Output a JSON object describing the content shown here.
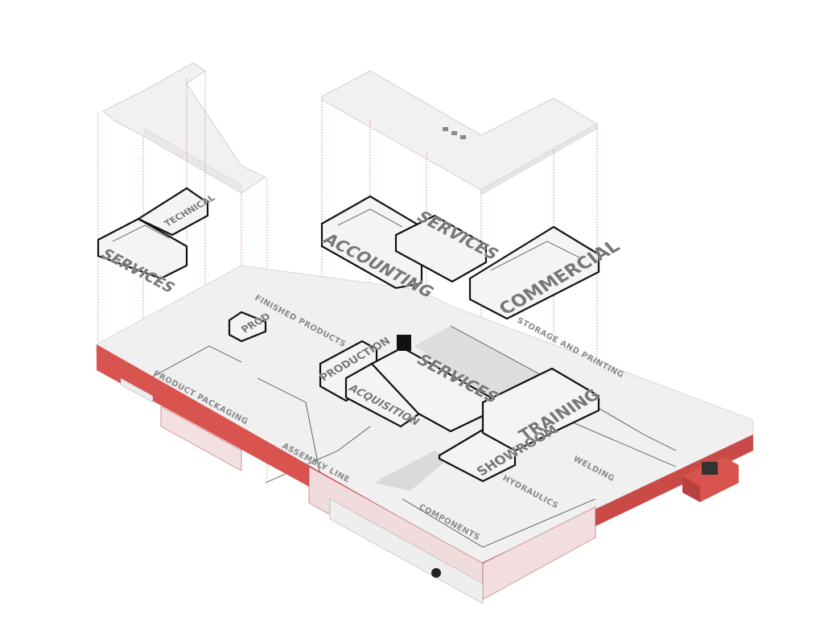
{
  "diagram": {
    "upper_rooms": {
      "services_left": "SERVICES",
      "technical": "TECHNICAL",
      "accounting": "ACCOUNTING",
      "services_top": "SERVICES",
      "commercial": "COMMERCIAL"
    },
    "ground_rooms": {
      "prod": "PROD",
      "production": "PRODUCTION",
      "acquisition": "ACQUISITION",
      "services_mid": "SERVICES",
      "showroom": "SHOWROOM",
      "training": "TRAINING"
    },
    "zones": {
      "finished_products": "FINISHED PRODUCTS",
      "storage_and_printing": "STORAGE AND PRINTING",
      "product_packaging": "PRODUCT PACKAGING",
      "assembly_line": "ASSEMBLY LINE",
      "components": "COMPONENTS",
      "hydraulics": "HYDRAULICS",
      "welding": "WELDING"
    },
    "colors": {
      "facade_red": "#d9534f",
      "facade_dark": "#b84040",
      "slab": "#f1f1f1",
      "room_outline": "#111111",
      "label_gray": "#8a8a8a",
      "projection_line": "#e06060"
    }
  }
}
